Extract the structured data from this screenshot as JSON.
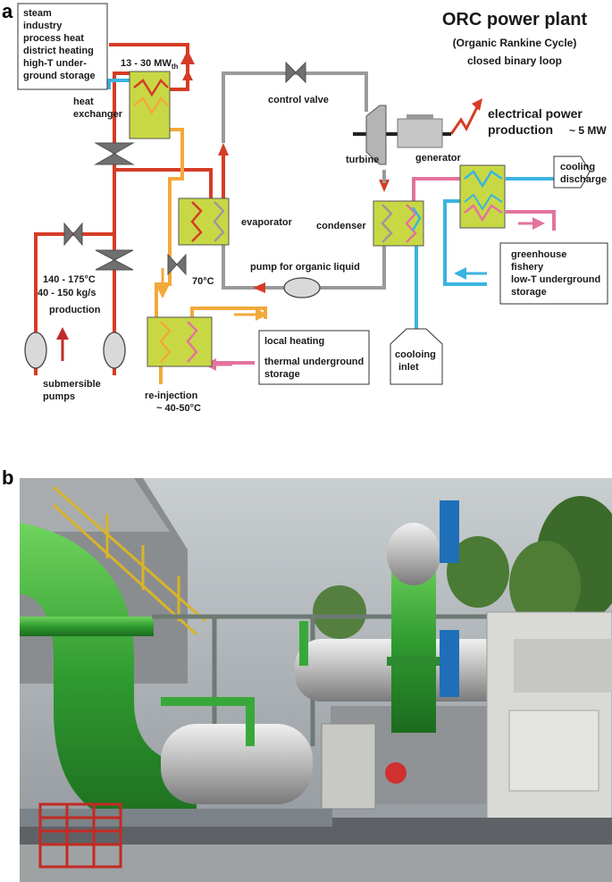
{
  "panel_a": {
    "letter": "a",
    "title": "ORC power plant",
    "subtitle_1": "(Organic Rankine Cycle)",
    "subtitle_2": "closed binary loop",
    "uses_box": [
      "steam",
      "industry",
      "process heat",
      "district heating",
      "high-T under-",
      "ground storage"
    ],
    "heat_output": "13 - 30 MW",
    "heat_output_sub": "th",
    "heat_exchanger_1": "heat",
    "heat_exchanger_2": "exchanger",
    "control_valve": "control valve",
    "electrical_1": "electrical power",
    "electrical_2": "production",
    "electrical_value": "~ 5 MW",
    "turbine": "turbine",
    "generator": "generator",
    "cooling_discharge_1": "cooling",
    "cooling_discharge_2": "discharge",
    "evaporator": "evaporator",
    "condenser": "condenser",
    "temp_70": "70°C",
    "pump_organic": "pump for organic liquid",
    "production_temp": "140 - 175°C",
    "production_flow": "40 - 150 kg/s",
    "production": "production",
    "submersible_1": "submersible",
    "submersible_2": "pumps",
    "reinjection_1": "re-injection",
    "reinjection_2": "~ 40-50°C",
    "local_box_1": "local heating",
    "local_box_2": "thermal underground",
    "local_box_3": "storage",
    "cooling_inlet_1": "cooloing",
    "cooling_inlet_2": "inlet",
    "greenhouse_box": [
      "greenhouse",
      "fishery",
      "low-T underground",
      "storage"
    ]
  },
  "panel_b": {
    "letter": "b"
  },
  "colors": {
    "hot_pipe": "#d63c25",
    "warm_pipe": "#f2a93b",
    "organic_pipe": "#9a9a9a",
    "cold_pipe": "#3ab4e0",
    "pink_pipe": "#e3739e",
    "exchanger_fill": "#c8d844",
    "sky": "#b8bec2",
    "green_pipe": "#3fae3a"
  }
}
